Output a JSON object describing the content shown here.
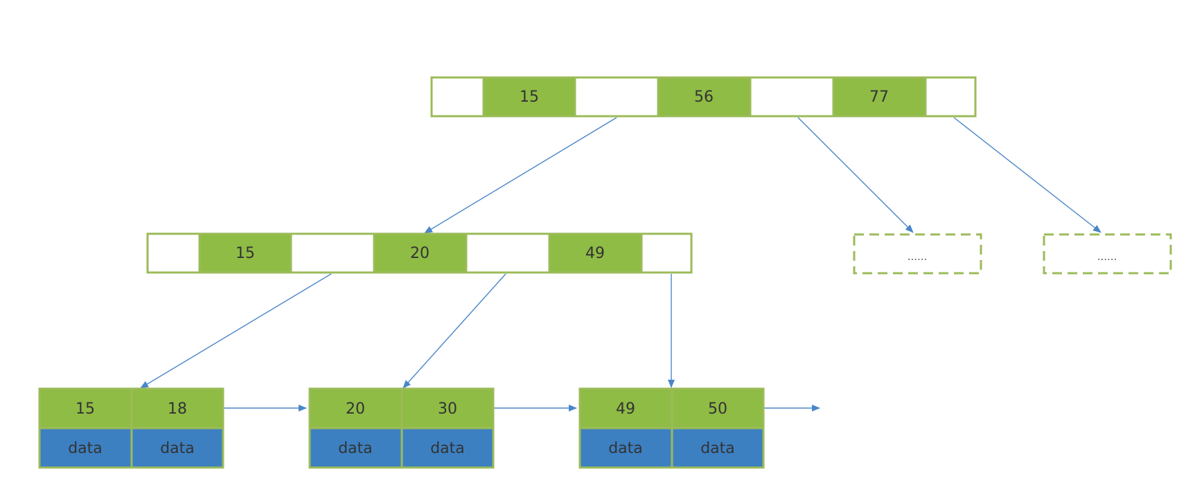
{
  "colors": {
    "node_border": "#9bbb59",
    "key_fill": "#8fbc45",
    "pointer_fill": "#ffffff",
    "data_fill": "#3c80c2",
    "arrow": "#4a86c8",
    "text": "#333333"
  },
  "root_node": {
    "keys": [
      "15",
      "56",
      "77"
    ]
  },
  "internal_node": {
    "keys": [
      "15",
      "20",
      "49"
    ]
  },
  "placeholder_nodes": [
    {
      "label": "......"
    },
    {
      "label": "......"
    }
  ],
  "leaf_nodes": [
    {
      "entries": [
        {
          "key": "15",
          "data": "data"
        },
        {
          "key": "18",
          "data": "data"
        }
      ]
    },
    {
      "entries": [
        {
          "key": "20",
          "data": "data"
        },
        {
          "key": "30",
          "data": "data"
        }
      ]
    },
    {
      "entries": [
        {
          "key": "49",
          "data": "data"
        },
        {
          "key": "50",
          "data": "data"
        }
      ]
    }
  ]
}
